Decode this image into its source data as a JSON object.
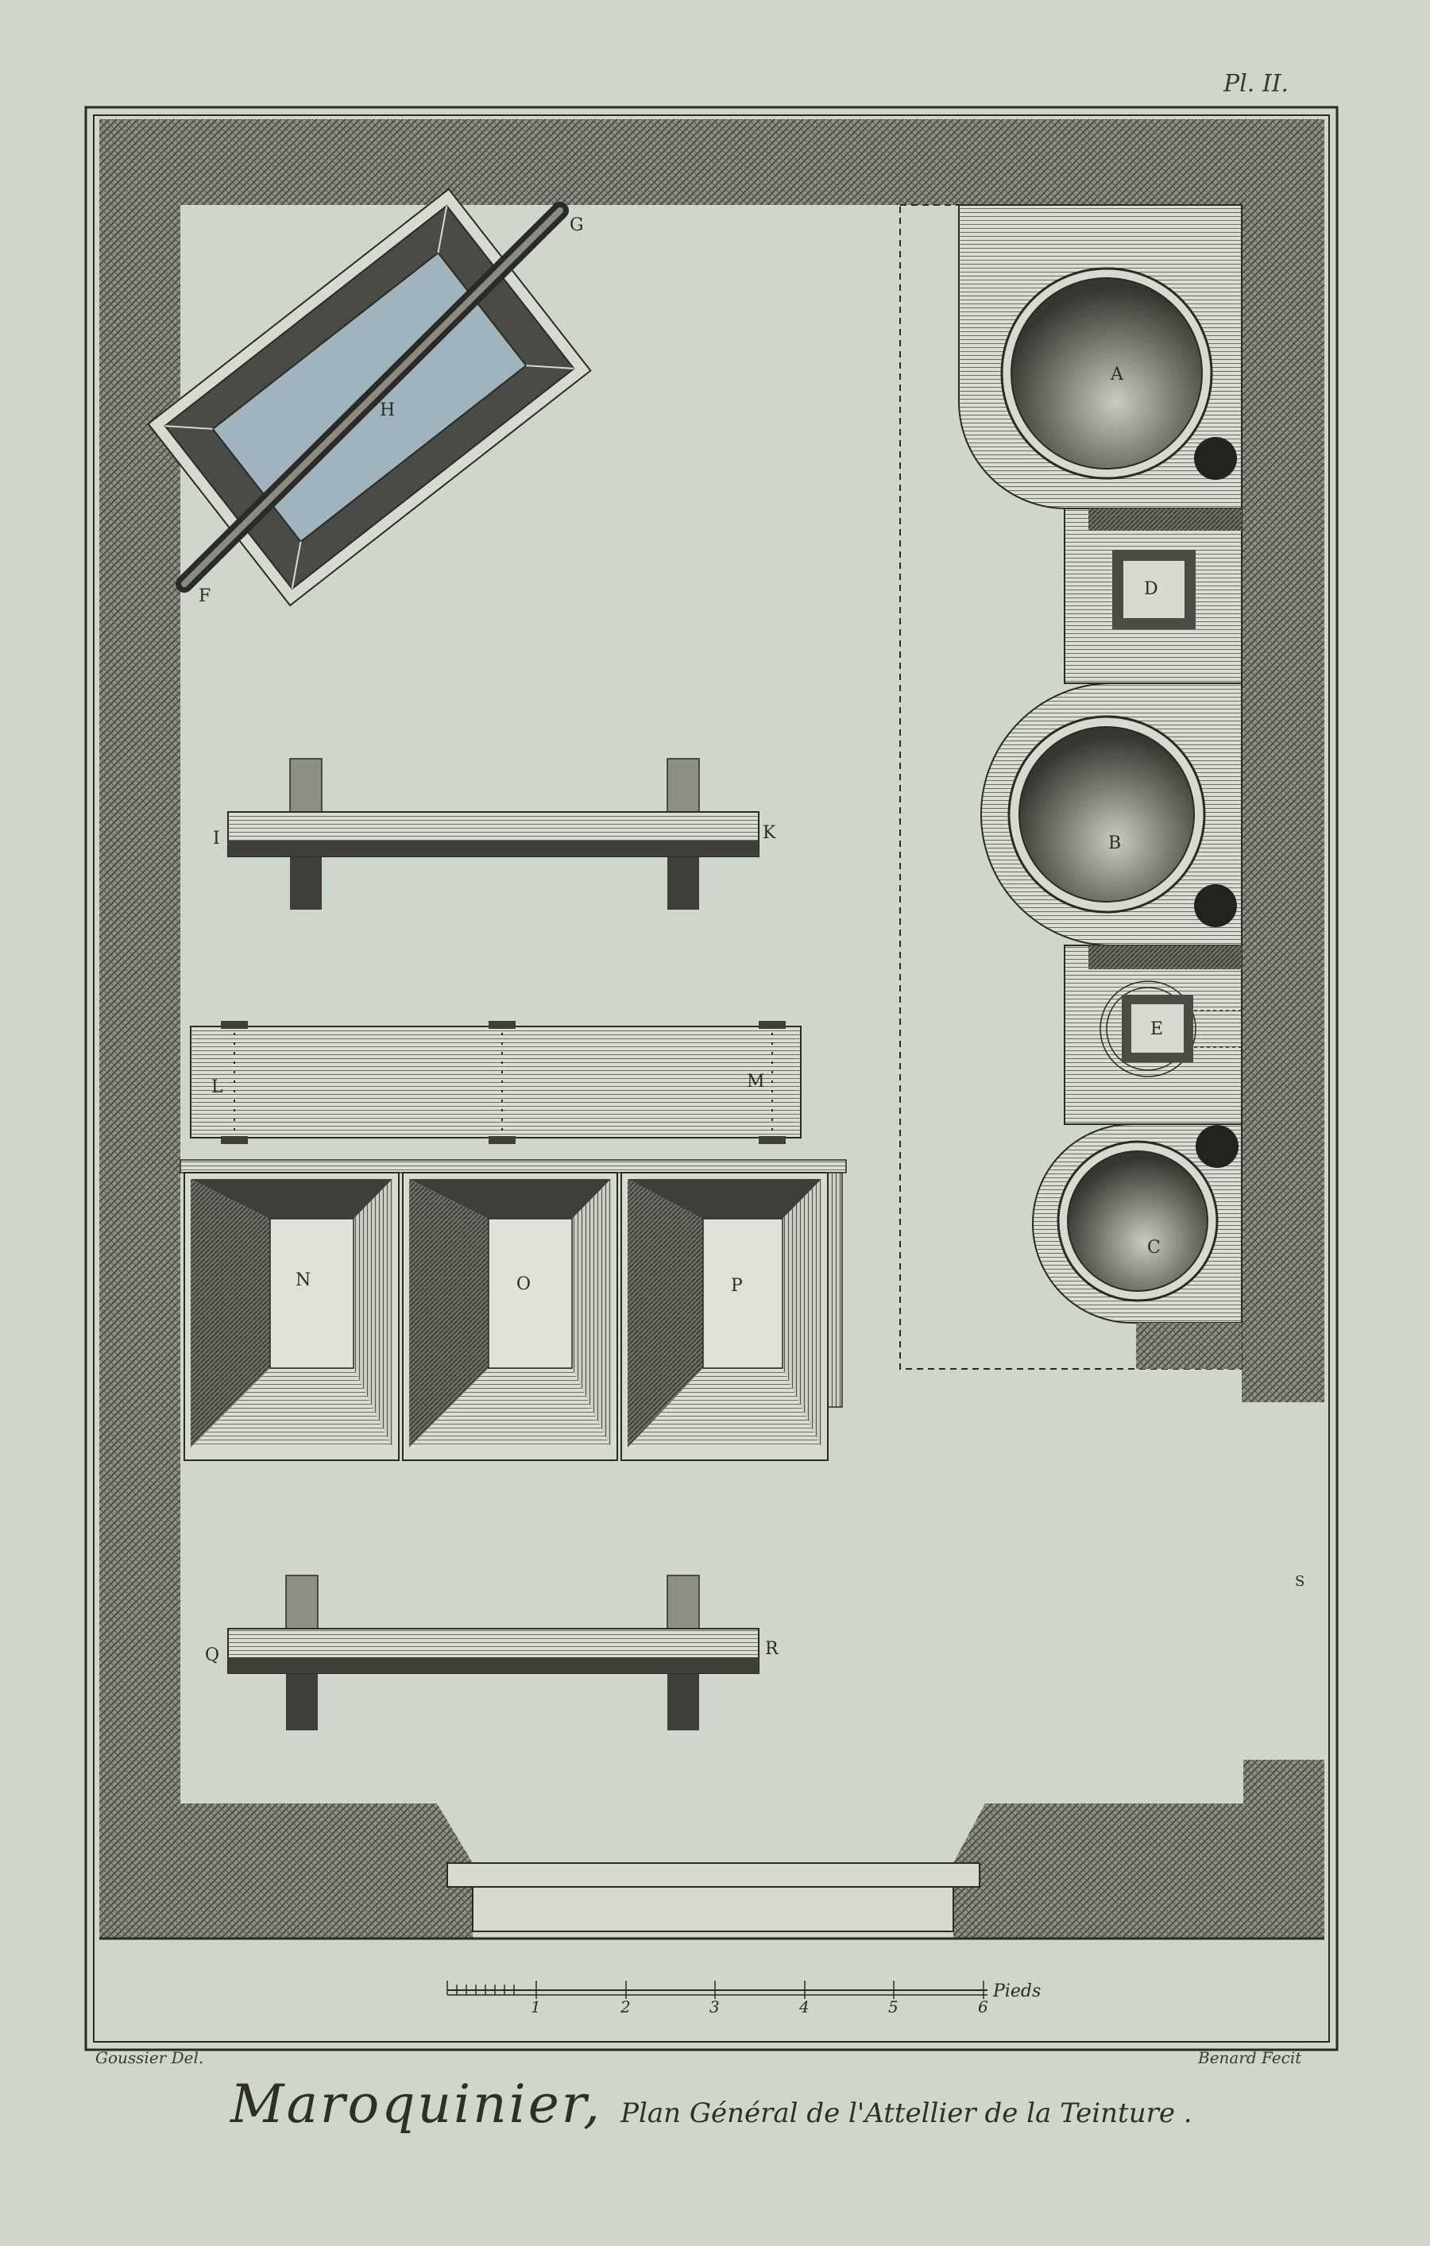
{
  "plate": {
    "number": "Pl. II."
  },
  "credits": {
    "draftsman": "Goussier Del.",
    "engraver": "Benard Fecit"
  },
  "title": {
    "main": "Maroquinier,",
    "subtitle": "Plan Général de l'Attellier de la Teinture ."
  },
  "letters": {
    "A": "A",
    "B": "B",
    "C": "C",
    "D": "D",
    "E": "E",
    "F": "F",
    "G": "G",
    "H": "H",
    "I": "I",
    "K": "K",
    "L": "L",
    "M": "M",
    "N": "N",
    "O": "O",
    "P": "P",
    "Q": "Q",
    "R": "R",
    "S": "S"
  },
  "scale": {
    "unit": "Pieds",
    "ticks": [
      "1",
      "2",
      "3",
      "4",
      "5",
      "6"
    ]
  },
  "colors": {
    "paper": "#cfd7cb",
    "ink": "#2a2a26",
    "vat_tint": "#9fb4bd"
  }
}
